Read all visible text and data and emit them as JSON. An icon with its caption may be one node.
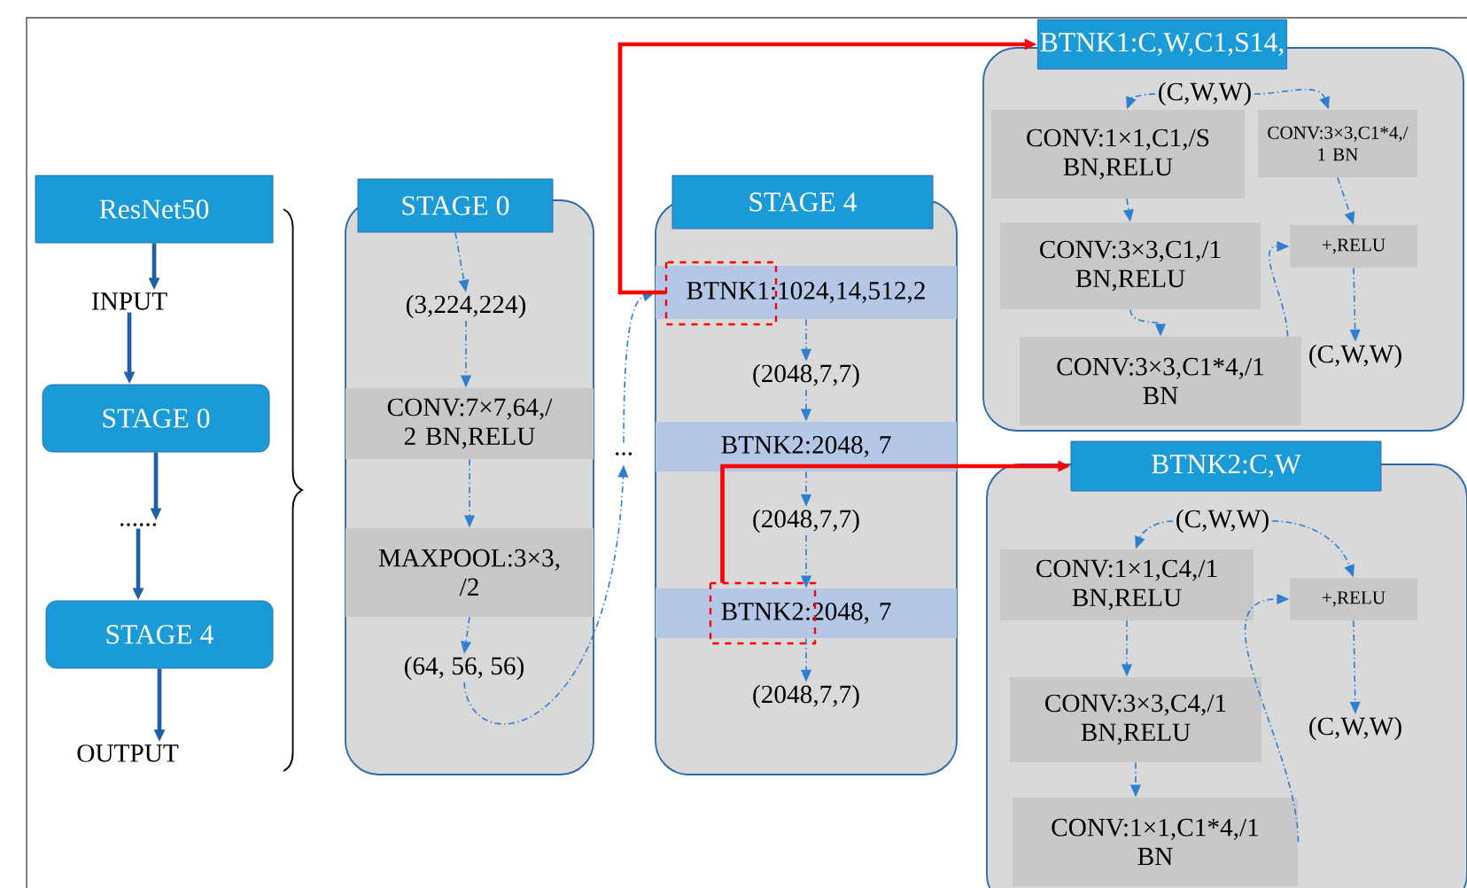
{
  "diagram": {
    "nodes": [
      {
        "text": [
          "ResNet50"
        ]
      },
      {
        "text": [
          "INPUT"
        ]
      },
      {
        "text": [
          "STAGE 0"
        ]
      },
      {
        "text": [
          "......"
        ]
      },
      {
        "text": [
          "STAGE 4"
        ]
      },
      {
        "text": [
          "OUTPUT"
        ]
      },
      {
        "text": [
          "STAGE 0"
        ]
      },
      {
        "text": [
          "(3,224,224)"
        ],
        "in": 6
      },
      {
        "text": [
          "CONV:7×7,64,/ 2 BN,RELU"
        ],
        "in": 6
      },
      {
        "text": [
          "MAXPOOL:3×3, /2"
        ],
        "in": 6
      },
      {
        "text": [
          "(64, 56, 56)"
        ],
        "in": 6
      },
      {
        "text": [
          "..."
        ]
      },
      {
        "text": [
          "STAGE 4"
        ]
      },
      {
        "text": [
          "BTNK1:1024,14,512,2"
        ],
        "in": 12
      },
      {
        "text": [
          "(2048,7,7)"
        ],
        "in": 12
      },
      {
        "text": [
          "BTNK2:2048, 7"
        ],
        "in": 12
      },
      {
        "text": [
          "(2048,7,7)"
        ],
        "in": 12
      },
      {
        "text": [
          "BTNK2:2048, 7"
        ],
        "in": 12
      },
      {
        "text": [
          "(2048,7,7)"
        ],
        "in": 12
      },
      {
        "text": [
          "BTNK1:C,W,C1,S14,"
        ]
      },
      {
        "text": [
          "(C,W,W)"
        ],
        "in": 19
      },
      {
        "text": [
          "CONV:1×1,C1,/S BN,RELU"
        ],
        "in": 19
      },
      {
        "text": [
          "CONV:3×3,C1*4,/ 1 BN"
        ],
        "in": 19
      },
      {
        "text": [
          "CONV:3×3,C1,/1 BN,RELU"
        ],
        "in": 19
      },
      {
        "text": [
          "+,RELU"
        ],
        "in": 19
      },
      {
        "text": [
          "CONV:3×3,C1*4,/1 BN"
        ],
        "in": 19
      },
      {
        "text": [
          "(C,W,W)"
        ],
        "in": 19
      },
      {
        "text": [
          "BTNK2:C,W"
        ]
      },
      {
        "text": [
          "(C,W,W)"
        ],
        "in": 27
      },
      {
        "text": [
          "CONV:1×1,C4,/1 BN,RELU"
        ],
        "in": 27
      },
      {
        "text": [
          "+,RELU"
        ],
        "in": 27
      },
      {
        "text": [
          "CONV:3×3,C4,/1 BN,RELU"
        ],
        "in": 27
      },
      {
        "text": [
          "(C,W,W)"
        ],
        "in": 27
      },
      {
        "text": [
          "CONV:1×1,C1*4,/1 BN"
        ],
        "in": 27
      }
    ],
    "edges": [
      {
        "from": 0,
        "to": 1,
        "arrow": "to",
        "style": "thick",
        "color": "#1f5fa8"
      },
      {
        "from": 1,
        "to": 2,
        "arrow": "to",
        "style": "thick",
        "color": "#1f5fa8"
      },
      {
        "from": 2,
        "to": 3,
        "arrow": "to",
        "style": "thick",
        "color": "#1f5fa8"
      },
      {
        "from": 3,
        "to": 4,
        "arrow": "to",
        "style": "thick",
        "color": "#1f5fa8"
      },
      {
        "from": 4,
        "to": 5,
        "arrow": "to",
        "style": "thick",
        "color": "#1f5fa8"
      },
      {
        "from": 6,
        "to": 7,
        "arrow": "to",
        "style": "dashed"
      },
      {
        "from": 7,
        "to": 8,
        "arrow": "to",
        "style": "dashed"
      },
      {
        "from": 8,
        "to": 9,
        "arrow": "to",
        "style": "dashed"
      },
      {
        "from": 9,
        "to": 10,
        "arrow": "to",
        "style": "dashed"
      },
      {
        "from": 10,
        "to": 11,
        "arrow": "to",
        "style": "dashed"
      },
      {
        "from": 11,
        "to": 13,
        "arrow": "to",
        "style": "dashed"
      },
      {
        "from": 13,
        "to": 14,
        "arrow": "to",
        "style": "dashed"
      },
      {
        "from": 14,
        "to": 15,
        "arrow": "to",
        "style": "dashed"
      },
      {
        "from": 15,
        "to": 16,
        "arrow": "to",
        "style": "dashed"
      },
      {
        "from": 16,
        "to": 17,
        "arrow": "to",
        "style": "dashed"
      },
      {
        "from": 17,
        "to": 18,
        "arrow": "to",
        "style": "dashed"
      },
      {
        "from": 13,
        "to": 19,
        "arrow": "to",
        "style": "thick",
        "color": "#ff0000"
      },
      {
        "from": 17,
        "to": 27,
        "arrow": "to",
        "style": "thick",
        "color": "#ff0000"
      },
      {
        "from": 20,
        "to": 21,
        "arrow": "to",
        "style": "dashed"
      },
      {
        "from": 20,
        "to": 22,
        "arrow": "to",
        "style": "dashed"
      },
      {
        "from": 21,
        "to": 23,
        "arrow": "to",
        "style": "dashed"
      },
      {
        "from": 23,
        "to": 25,
        "arrow": "to",
        "style": "dashed"
      },
      {
        "from": 25,
        "to": 24,
        "arrow": "to",
        "style": "dashed"
      },
      {
        "from": 22,
        "to": 24,
        "arrow": "to",
        "style": "dashed"
      },
      {
        "from": 24,
        "to": 26,
        "arrow": "to",
        "style": "dashed"
      },
      {
        "from": 28,
        "to": 29,
        "arrow": "to",
        "style": "dashed"
      },
      {
        "from": 28,
        "to": 30,
        "arrow": "to",
        "style": "dashed"
      },
      {
        "from": 29,
        "to": 31,
        "arrow": "to",
        "style": "dashed"
      },
      {
        "from": 31,
        "to": 33,
        "arrow": "to",
        "style": "dashed"
      },
      {
        "from": 33,
        "to": 30,
        "arrow": "to",
        "style": "dashed"
      },
      {
        "from": 30,
        "to": 32,
        "arrow": "to",
        "style": "dashed"
      }
    ]
  }
}
